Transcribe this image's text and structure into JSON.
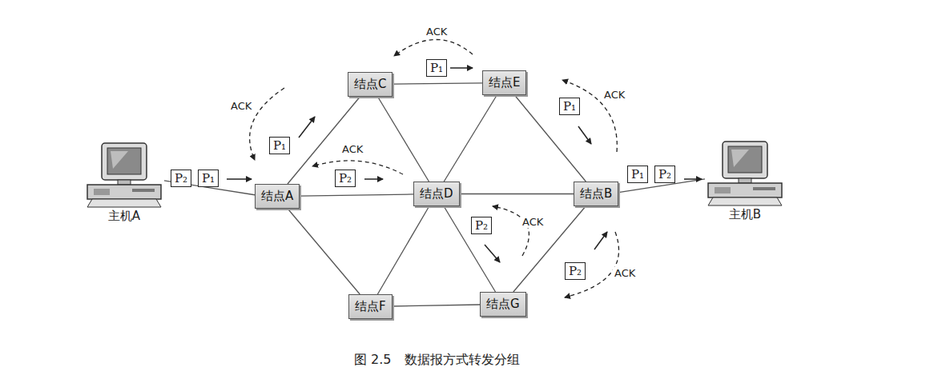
{
  "diagram": {
    "caption": "图 2.5　数据报方式转发分组",
    "nodes": [
      {
        "text": [
          "主机A"
        ]
      },
      {
        "text": [
          "结点A"
        ]
      },
      {
        "text": [
          "结点C"
        ]
      },
      {
        "text": [
          "结点E"
        ]
      },
      {
        "text": [
          "结点D"
        ]
      },
      {
        "text": [
          "结点B"
        ]
      },
      {
        "text": [
          "主机B"
        ]
      },
      {
        "text": [
          "结点F"
        ]
      },
      {
        "text": [
          "结点G"
        ]
      }
    ],
    "edges": [
      {
        "from": 0,
        "to": 1,
        "arrow": "none"
      },
      {
        "from": 1,
        "to": 2,
        "arrow": "none"
      },
      {
        "from": 1,
        "to": 4,
        "arrow": "none"
      },
      {
        "from": 1,
        "to": 7,
        "arrow": "none"
      },
      {
        "from": 2,
        "to": 3,
        "arrow": "none"
      },
      {
        "from": 2,
        "to": 4,
        "arrow": "none"
      },
      {
        "from": 3,
        "to": 4,
        "arrow": "none"
      },
      {
        "from": 3,
        "to": 5,
        "arrow": "none"
      },
      {
        "from": 4,
        "to": 5,
        "arrow": "none"
      },
      {
        "from": 4,
        "to": 7,
        "arrow": "none"
      },
      {
        "from": 4,
        "to": 8,
        "arrow": "none"
      },
      {
        "from": 7,
        "to": 8,
        "arrow": "none"
      },
      {
        "from": 8,
        "to": 5,
        "arrow": "none"
      },
      {
        "from": 5,
        "to": 6,
        "arrow": "none"
      }
    ],
    "labels": [
      "ACK",
      "P₁",
      "P₂",
      "P₁",
      "ACK",
      "P₁",
      "ACK",
      "P₂",
      "ACK",
      "P₁",
      "P₁",
      "P₂",
      "P₂",
      "ACK",
      "P₂",
      "ACK"
    ]
  }
}
